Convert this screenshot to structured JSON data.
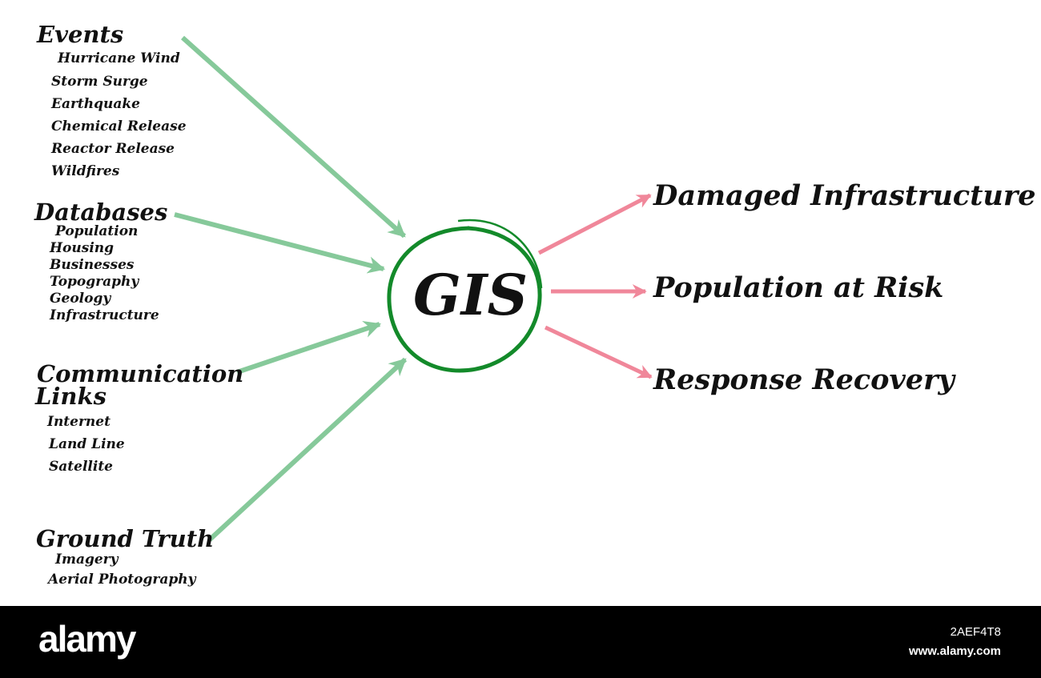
{
  "center": {
    "label": "GIS"
  },
  "colors": {
    "input_arrow": "#86c99a",
    "output_arrow": "#f0879a",
    "circle": "#138a2a"
  },
  "inputs": [
    {
      "heading": "Events",
      "items": [
        "Hurricane Wind",
        "Storm Surge",
        "Earthquake",
        "Chemical Release",
        "Reactor Release",
        "Wildfires"
      ]
    },
    {
      "heading": "Databases",
      "items": [
        "Population",
        "Housing",
        "Businesses",
        "Topography",
        "Geology",
        "Infrastructure"
      ]
    },
    {
      "heading_line1": "Communication",
      "heading_line2": "Links",
      "items": [
        "Internet",
        "Land Line",
        "Satellite"
      ]
    },
    {
      "heading": "Ground Truth",
      "items": [
        "Imagery",
        "Aerial Photography"
      ]
    }
  ],
  "outputs": [
    "Damaged Infrastructure",
    "Population at Risk",
    "Response Recovery"
  ],
  "footer": {
    "logo": "alamy",
    "image_id": "2AEF4T8",
    "url": "www.alamy.com"
  }
}
